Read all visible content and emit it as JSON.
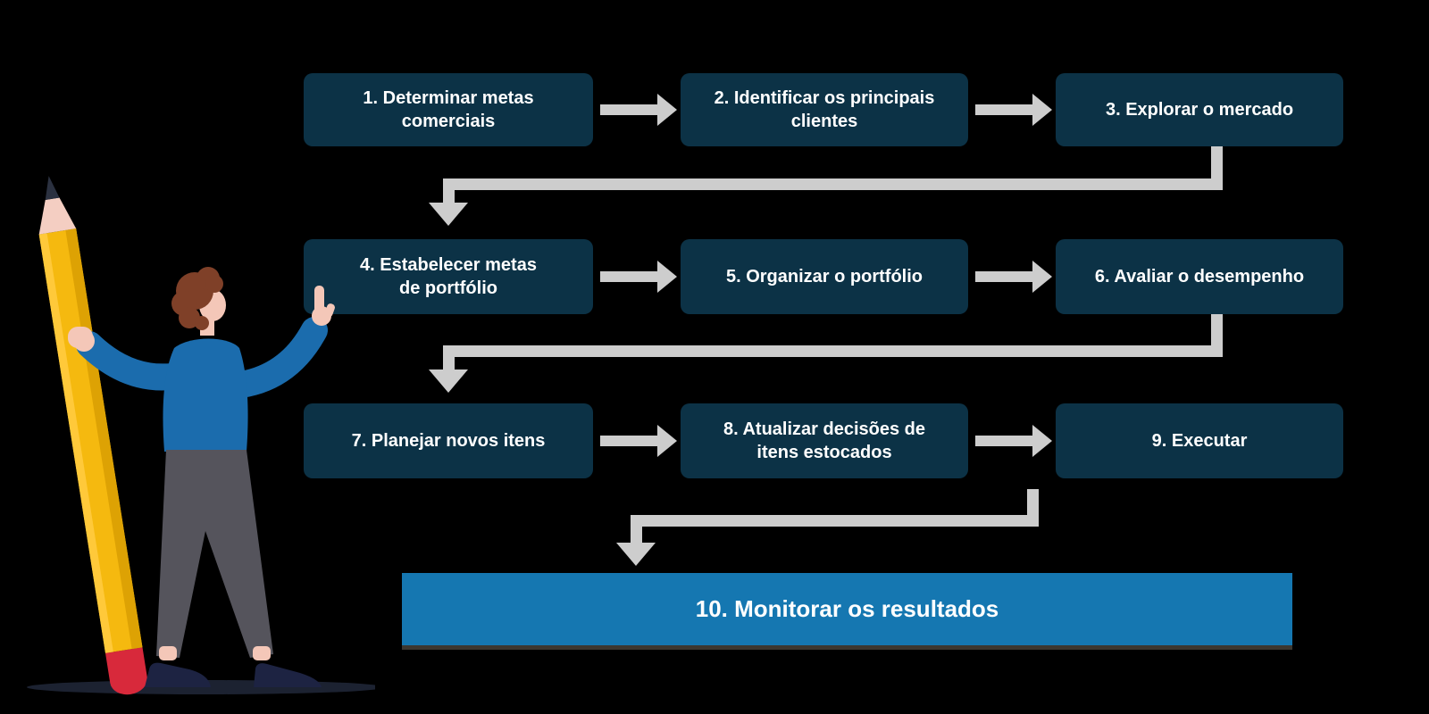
{
  "diagram": {
    "steps": [
      {
        "label": "1. Determinar metas\ncomerciais"
      },
      {
        "label": "2. Identificar os principais\nclientes"
      },
      {
        "label": "3. Explorar o mercado"
      },
      {
        "label": "4. Estabelecer metas\nde portfólio"
      },
      {
        "label": "5. Organizar o portfólio"
      },
      {
        "label": "6. Avaliar o desempenho"
      },
      {
        "label": "7. Planejar novos itens"
      },
      {
        "label": "8. Atualizar decisões de\nitens estocados"
      },
      {
        "label": "9. Executar"
      },
      {
        "label": "10. Monitorar os resultados"
      }
    ],
    "illustration": "person-with-giant-pencil"
  },
  "colors": {
    "background": "#000000",
    "step_box": "#0c3246",
    "final_box": "#1577b1",
    "arrow": "#cdcdcd",
    "text": "#ffffff",
    "pencil_yellow": "#f5b90f",
    "pencil_light": "#ffc93a",
    "pencil_dark": "#dda204",
    "pencil_wood": "#f4cec2",
    "pencil_graphite": "#2b3140",
    "pencil_eraser": "#d8293b",
    "sweater_blue": "#1b6cad",
    "pants_gray": "#55545c",
    "shoes_navy": "#1d2342",
    "skin": "#f4c7b8",
    "hair_brown": "#7f4028",
    "ground_shadow": "#1c2231"
  }
}
